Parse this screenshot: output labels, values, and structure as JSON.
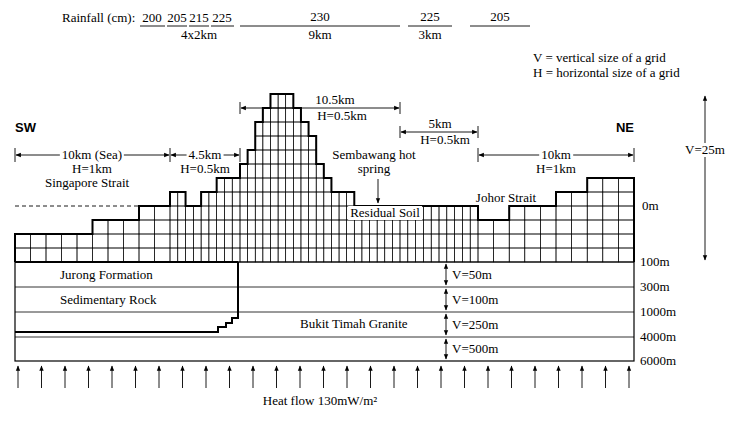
{
  "diagram": {
    "labels": [
      "Rainfall (cm):",
      "200",
      "205",
      "215",
      "225",
      "4x2km",
      "230",
      "9km",
      "225",
      "3km",
      "205",
      "V = vertical size of a grid",
      "H = horizontal size of a grid",
      "10.5km",
      "H=0.5km",
      "5km",
      "H=0.5km",
      "SW",
      "NE",
      "10km (Sea)",
      "H=1km",
      "4.5km",
      "H=0.5km",
      "Sembawang hot spring",
      "10km",
      "H=1km",
      "V=25m",
      "Singapore Strait",
      "Johor Strait",
      "0m",
      "Residual Soil",
      "100m",
      "Jurong Formation",
      "V=50m",
      "300m",
      "Sedimentary Rock",
      "V=100m",
      "1000m",
      "Bukit Timah Granite",
      "V=250m",
      "4000m",
      "V=500m",
      "6000m",
      "Heat flow 130mW/m²"
    ]
  }
}
